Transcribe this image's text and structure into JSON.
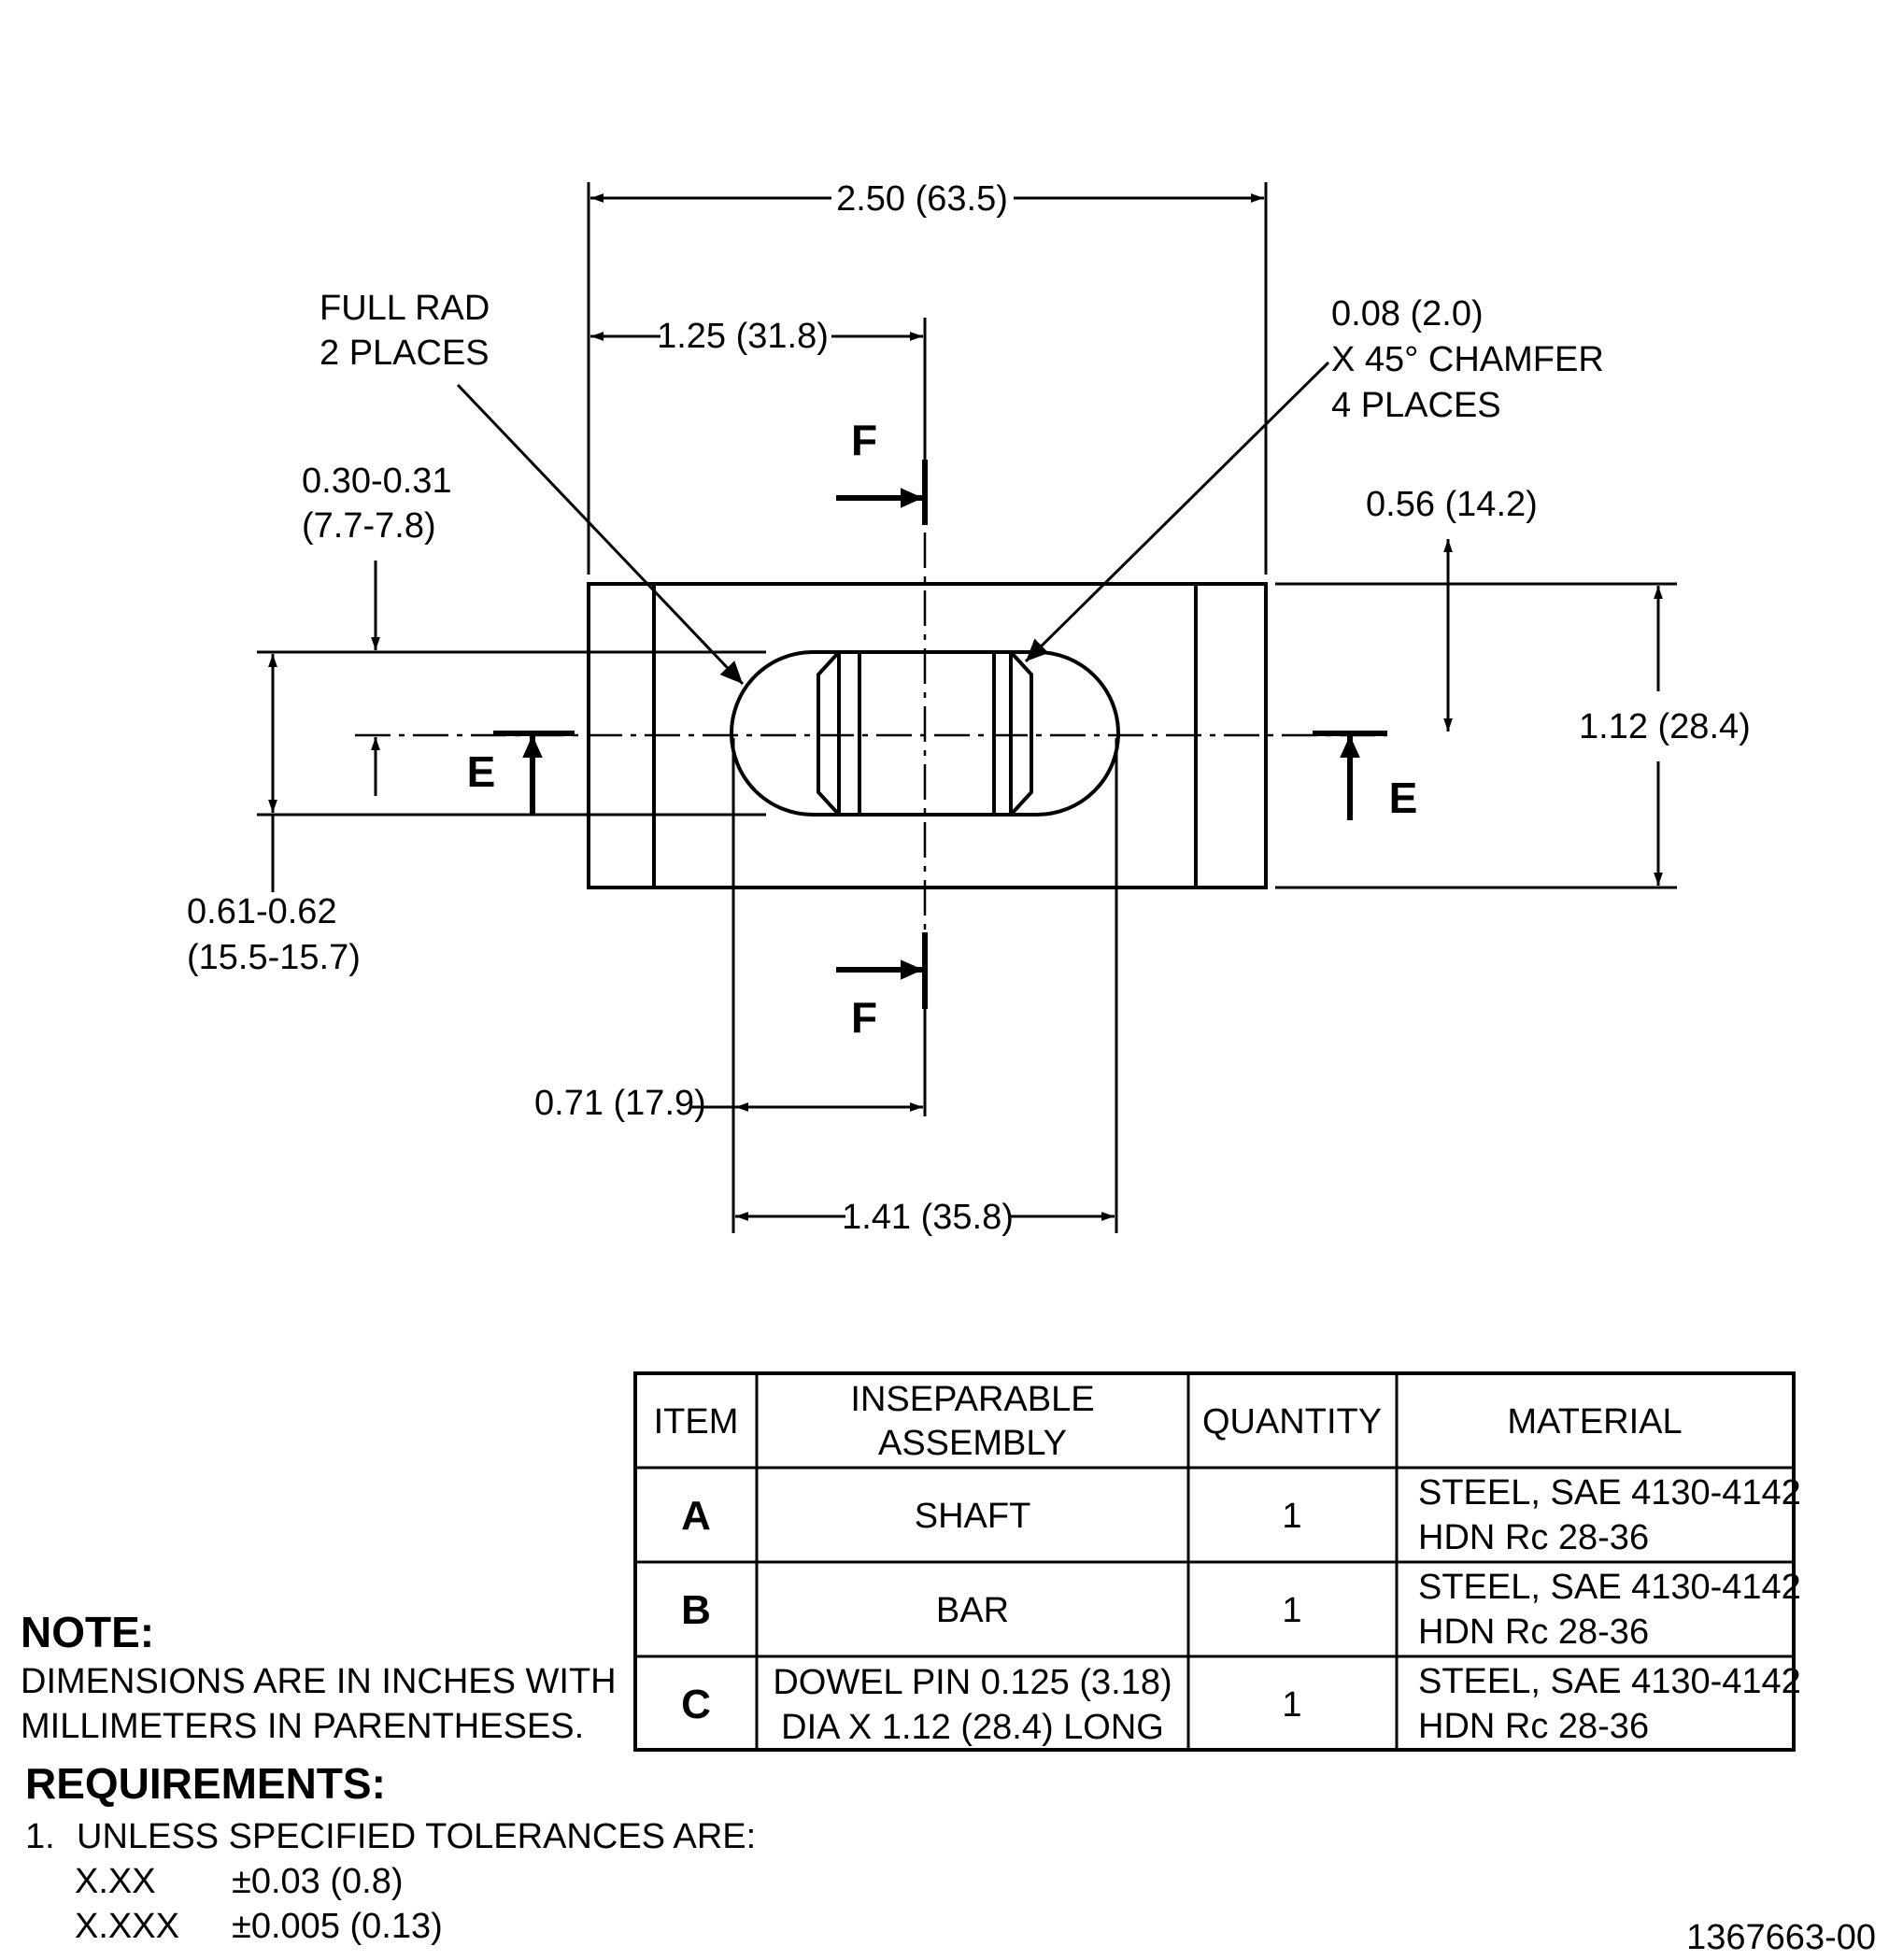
{
  "drawing": {
    "dim_overall_width": "2.50 (63.5)",
    "dim_half_width": "1.25 (31.8)",
    "callout_full_rad": [
      "FULL RAD",
      "2 PLACES"
    ],
    "callout_chamfer": [
      "0.08 (2.0)",
      "X 45° CHAMFER",
      "4 PLACES"
    ],
    "dim_slot_half": [
      "0.30-0.31",
      "(7.7-7.8)"
    ],
    "dim_slot_width": [
      "0.61-0.62",
      "(15.5-15.7)"
    ],
    "dim_top_to_center": "0.56 (14.2)",
    "dim_height": "1.12 (28.4)",
    "dim_slot_offset": "0.71 (17.9)",
    "dim_slot_length": "1.41 (35.8)",
    "section_f": "F",
    "section_e": "E"
  },
  "table": {
    "headers": [
      "ITEM",
      [
        "INSEPARABLE",
        "ASSEMBLY"
      ],
      "QUANTITY",
      "MATERIAL"
    ],
    "rows": [
      {
        "item": "A",
        "assembly": [
          "SHAFT"
        ],
        "quantity": "1",
        "material": [
          "STEEL, SAE 4130-4142",
          "HDN Rc 28-36"
        ]
      },
      {
        "item": "B",
        "assembly": [
          "BAR"
        ],
        "quantity": "1",
        "material": [
          "STEEL, SAE 4130-4142",
          "HDN Rc 28-36"
        ]
      },
      {
        "item": "C",
        "assembly": [
          "DOWEL PIN 0.125 (3.18)",
          "DIA X 1.12 (28.4) LONG"
        ],
        "quantity": "1",
        "material": [
          "STEEL, SAE 4130-4142",
          "HDN Rc 28-36"
        ]
      }
    ]
  },
  "note": {
    "title": "NOTE:",
    "lines": [
      "DIMENSIONS ARE IN INCHES WITH",
      "MILLIMETERS IN PARENTHESES."
    ]
  },
  "requirements": {
    "title": "REQUIREMENTS:",
    "item_number": "1.",
    "item_text": "UNLESS SPECIFIED TOLERANCES ARE:",
    "tolerances": [
      {
        "format": "X.XX",
        "value": "±0.03 (0.8)"
      },
      {
        "format": "X.XXX",
        "value": "±0.005 (0.13)"
      }
    ]
  },
  "drawing_number": "1367663-00"
}
